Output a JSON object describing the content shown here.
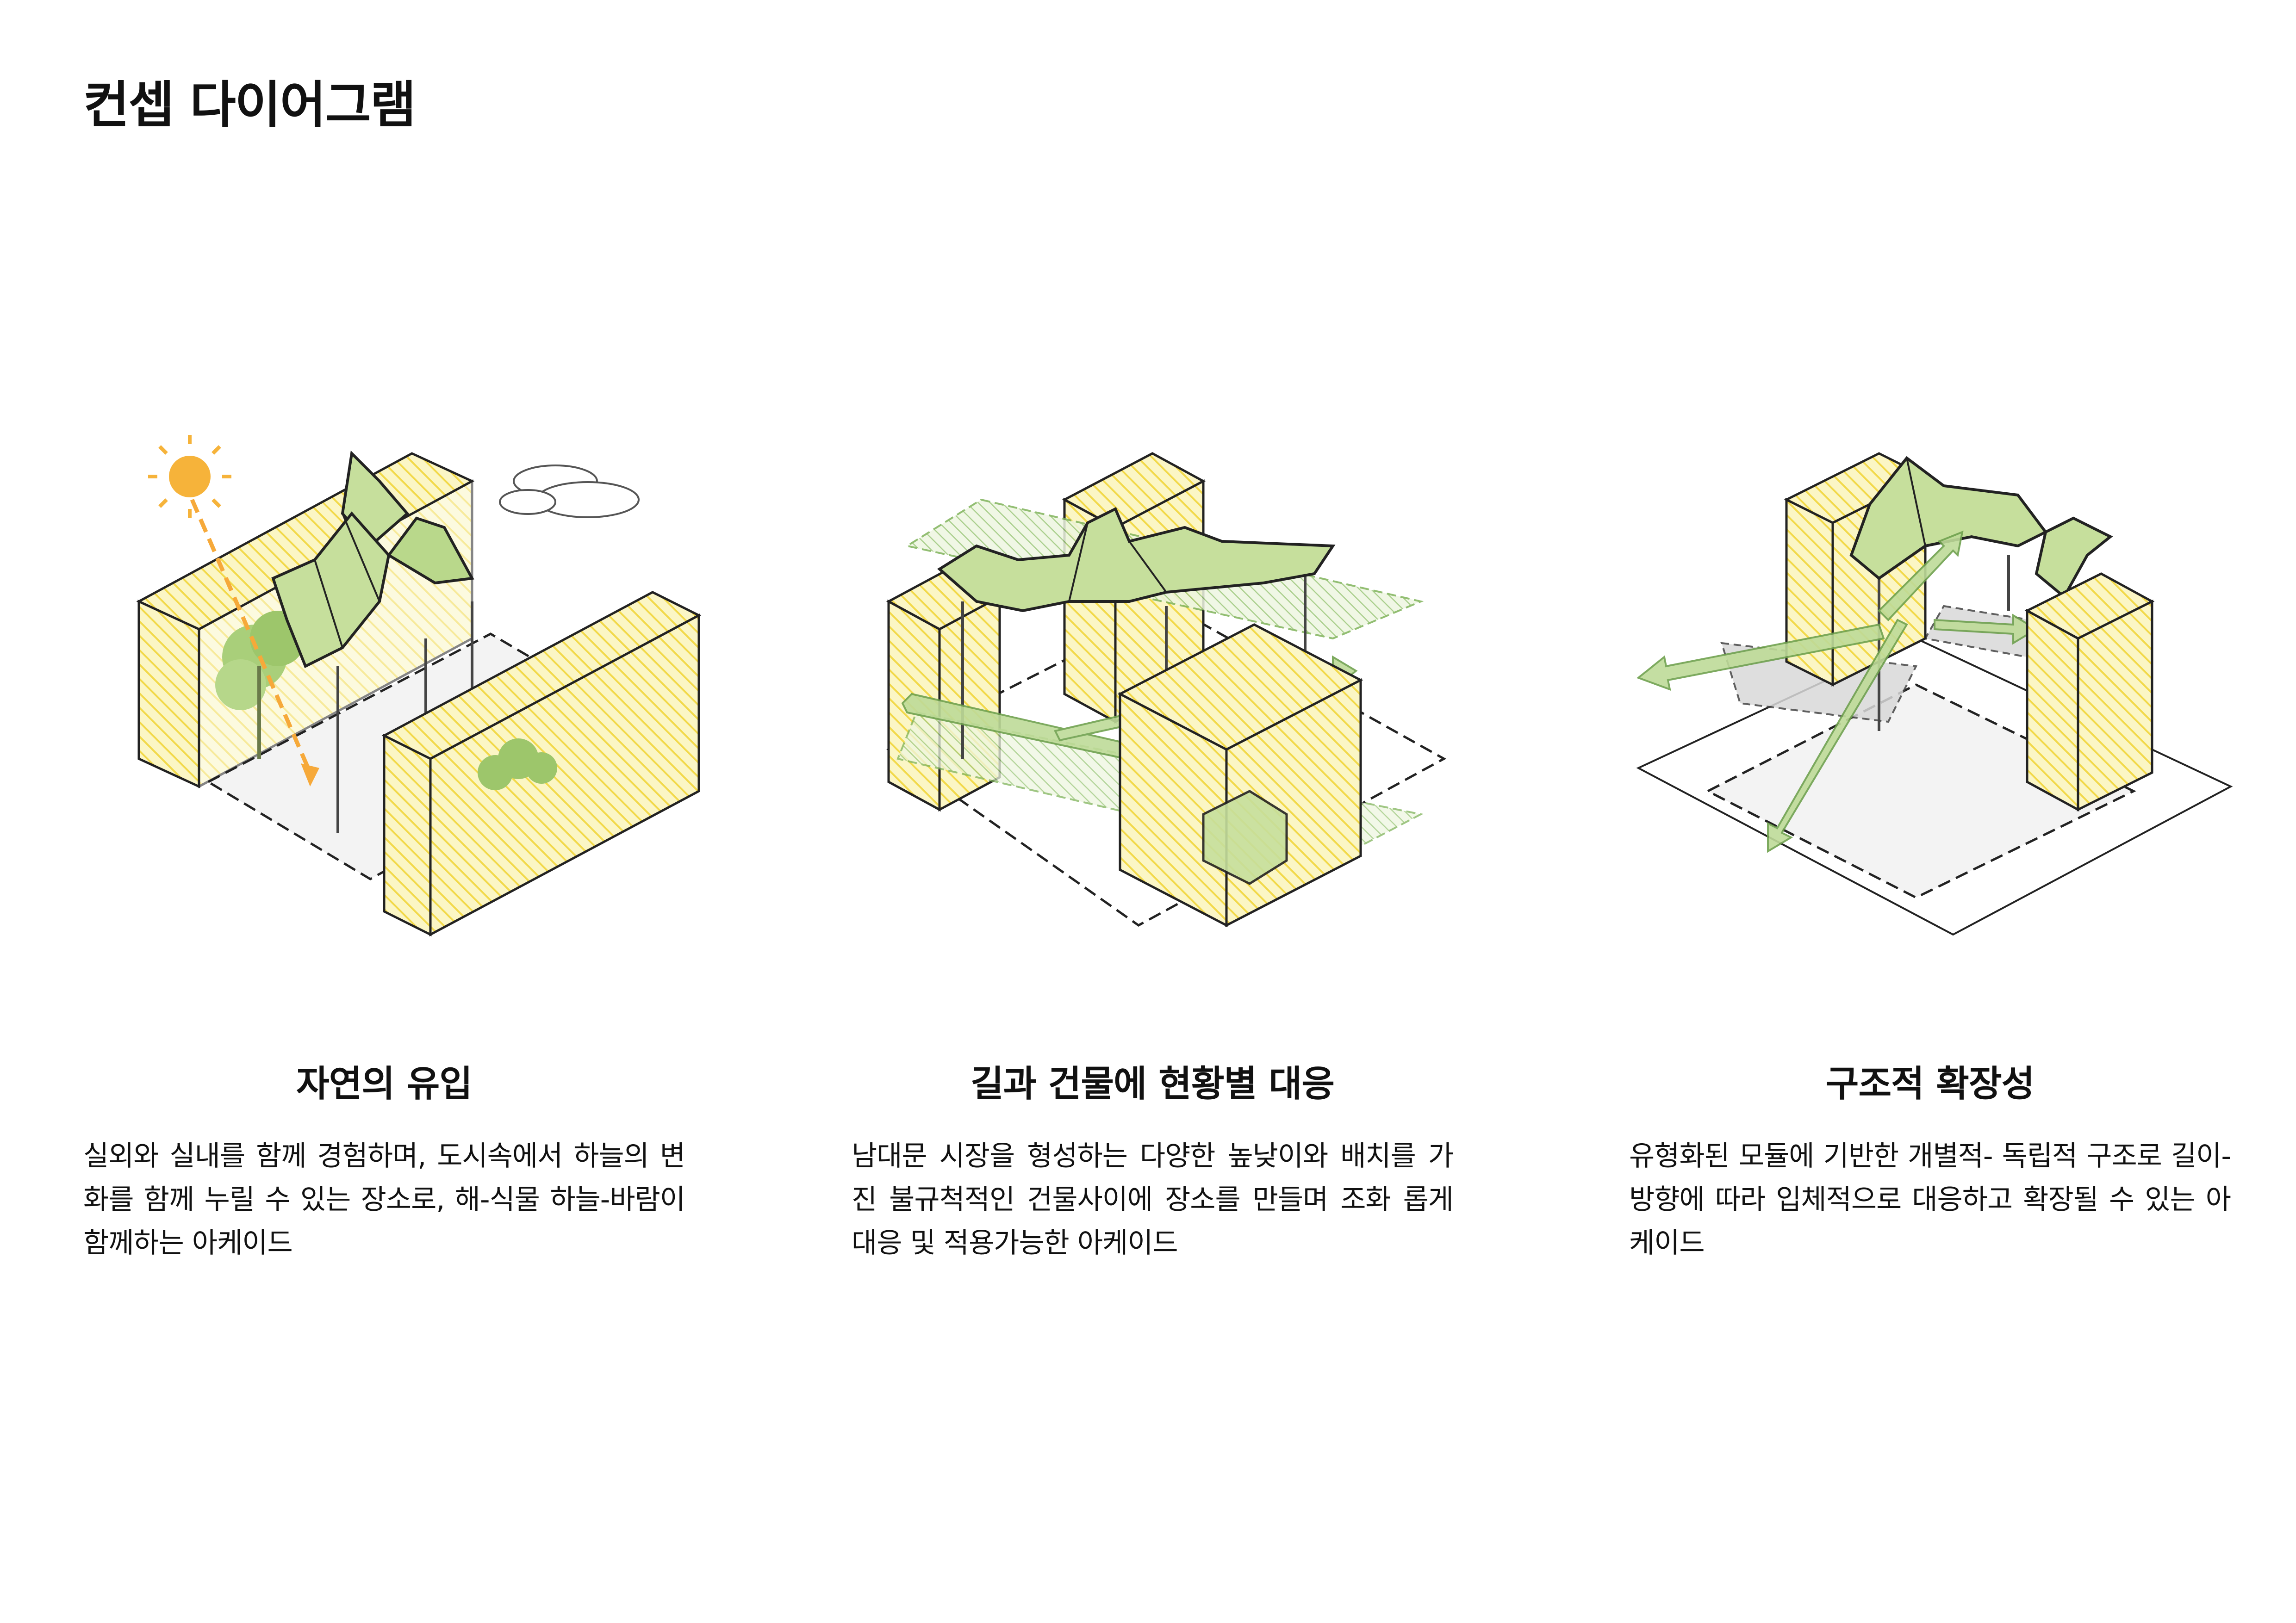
{
  "title": "컨셉 다이어그램",
  "colors": {
    "block_fill": "#fbf6c5",
    "hatch": "#f2d94a",
    "canopy_fill": "#c6df9c",
    "canopy_stroke": "#2b2b2b",
    "green_dots": "#8cc04a",
    "sun": "#f6b33a",
    "arrow_green": "#9cc77a"
  },
  "panels": [
    {
      "title": "자연의 유입",
      "text": "실외와 실내를 함께 경험하며, 도시속에서 하늘의 변화를 함께 누릴 수 있는 장소로, 해-식물 하늘-바람이 함께하는 아케이드",
      "icons": [
        "sun-icon",
        "cloud-icon",
        "tree-icon"
      ]
    },
    {
      "title": "길과 건물에 현황별 대응",
      "text": "남대문 시장을 형성하는 다양한 높낮이와 배치를 가진 불규척적인 건물사이에 장소를 만들며 조화 롭게 대응 및 적용가능한 아케이드"
    },
    {
      "title": "구조적 확장성",
      "text": "유형화된 모듈에 기반한 개별적- 독립적 구조로 길이-방향에 따라 입체적으로 대응하고 확장될 수 있는 아케이드"
    }
  ]
}
